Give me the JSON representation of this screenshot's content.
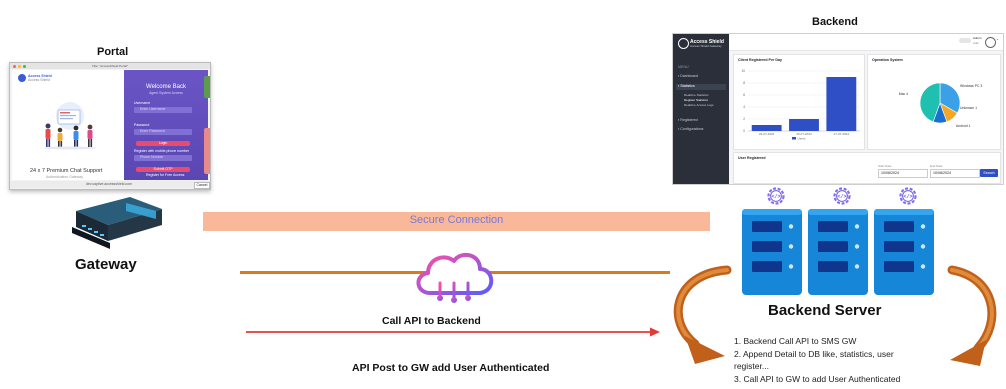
{
  "diagram": {
    "portal_label": "Portal",
    "backend_label": "Backend",
    "gateway_label": "Gateway",
    "backend_server_label": "Backend Server",
    "secure_connection_label": "Secure Connection",
    "call_api_label": "Call API to Backend",
    "api_post_label": "API Post to GW add User Authenticated",
    "steps": [
      "1. Backend Call API to SMS GW",
      "2. Append Detail to DB like, statistics, user",
      "register...",
      "3. Call API to GW to add User Authenticated"
    ],
    "colors": {
      "secure_band": "#f9b89a",
      "secure_text": "#7a78d6",
      "orange_line": "#d97a1f",
      "red_line": "#e53935",
      "cloud_gradient_start": "#ff4fa3",
      "cloud_gradient_end": "#5b5bff",
      "server_blue": "#1686d8",
      "curved_arrow": "#c0601a"
    }
  },
  "portal": {
    "window_title": "Title: \"AccessShield Portal\"",
    "logo_text": "Access Shield",
    "logo_sub": "Access Shield",
    "support_text": "24 x 7 Premium Chat Support",
    "support_sub": "Authentication Gateway",
    "welcome": "Welcome Back",
    "welcome_sub": "Agent System Access",
    "field1_label": "Username",
    "field1_placeholder": "Enter Username",
    "field2_label": "Password",
    "field2_placeholder": "Enter Password",
    "login_button": "Login",
    "register_label": "Register with mobile phone number",
    "register_placeholder": "Phone Number",
    "otp_button": "Submit OTP",
    "register_link": "Register for Free Access",
    "url_bar": "dev.captive.accessshield.com",
    "cancel": "Cancel"
  },
  "dashboard": {
    "brand": "Access Shield",
    "brand_sub": "Access Shield Gateway",
    "menu_header": "MENU",
    "menu": [
      {
        "label": "Dashboard",
        "active": false
      },
      {
        "label": "Statistics",
        "active": true
      },
      {
        "label": "Realtime Statistics",
        "active": false,
        "sub": true
      },
      {
        "label": "Register Statistics",
        "active": false,
        "sub": true
      },
      {
        "label": "Realtime Access Logs",
        "active": false,
        "sub": true
      },
      {
        "label": "Registered",
        "active": false
      },
      {
        "label": "Configurations",
        "active": false
      }
    ],
    "user_chip": "Admin",
    "user_sub": "Adm",
    "bar_title": "Client Registered Per Day",
    "bar_legend": "Users",
    "pie_title": "Operation System",
    "user_reg_title": "User Registered",
    "start_date_label": "Start Date",
    "start_date": "10/08/2024",
    "end_date_label": "End Date",
    "end_date": "10/08/2024",
    "search_button": "Search"
  },
  "chart_data": {
    "type": "bar",
    "title": "Client Registered Per Day",
    "categories": [
      "24-07-2024",
      "25-07-2024",
      "27-07-2024"
    ],
    "values": [
      1,
      2,
      9
    ],
    "ylim": [
      0,
      10
    ],
    "yticks": [
      "0",
      "2",
      "4",
      "6",
      "8",
      "10"
    ],
    "legend": [
      "Users"
    ],
    "color": "#2f4fc7",
    "pie": {
      "title": "Operation System",
      "slices": [
        {
          "name": "Windows PC 3",
          "value": 3,
          "color": "#3aa0e8"
        },
        {
          "name": "Unknown 1",
          "value": 1,
          "color": "#f5a623"
        },
        {
          "name": "Android 1",
          "value": 1,
          "color": "#1a6fd0"
        },
        {
          "name": "Mac 4",
          "value": 4,
          "color": "#20c0b0"
        }
      ]
    }
  }
}
